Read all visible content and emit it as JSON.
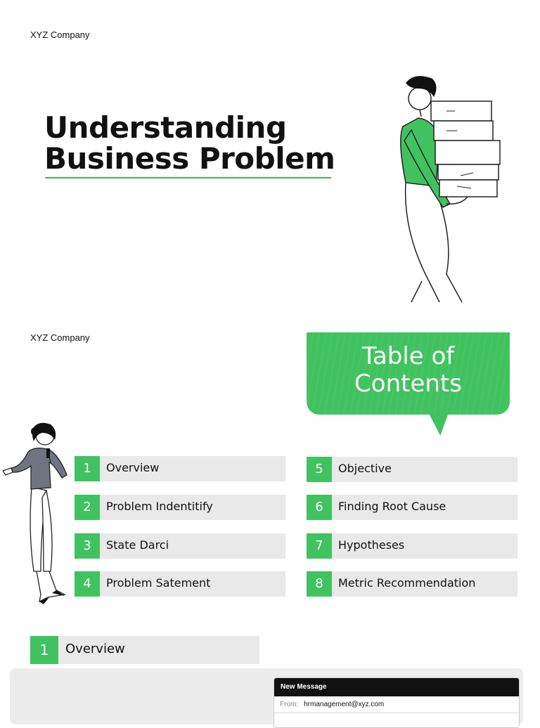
{
  "slide1": {
    "company": "XYZ Company",
    "title_line1": "Understanding",
    "title_line2": "Business Problem"
  },
  "slide2": {
    "company": "XYZ Company",
    "toc_line1": "Table of",
    "toc_line2": "Contents",
    "items": [
      {
        "num": "1",
        "label": "Overview"
      },
      {
        "num": "2",
        "label": "Problem Indentitify"
      },
      {
        "num": "3",
        "label": "State Darci"
      },
      {
        "num": "4",
        "label": "Problem Satement"
      },
      {
        "num": "5",
        "label": "Objective"
      },
      {
        "num": "6",
        "label": "Finding Root Cause"
      },
      {
        "num": "7",
        "label": "Hypotheses"
      },
      {
        "num": "8",
        "label": "Metric Recommendation"
      }
    ]
  },
  "slide3": {
    "section_num": "1",
    "section_label": "Overview",
    "mail": {
      "header": "New Message",
      "from_label": "From:",
      "from_value": "hrmanagement@xyz.com"
    }
  },
  "colors": {
    "accent_green": "#41c260",
    "item_gray": "#e9e9e9"
  }
}
